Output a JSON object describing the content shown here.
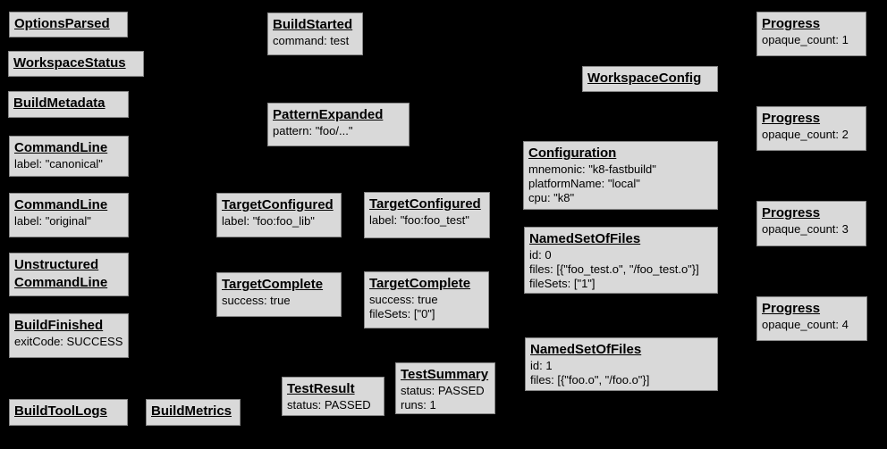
{
  "canvas": {
    "background_color": "#000000",
    "box_fill_color": "#d9d9d9",
    "box_border_color": "#888888",
    "text_color": "#000000"
  },
  "nodes": [
    {
      "title": "OptionsParsed",
      "fields": []
    },
    {
      "title": "WorkspaceStatus",
      "fields": []
    },
    {
      "title": "BuildMetadata",
      "fields": []
    },
    {
      "title": "CommandLine",
      "fields": [
        "label: \"canonical\""
      ]
    },
    {
      "title": "CommandLine",
      "fields": [
        "label: \"original\""
      ]
    },
    {
      "title": "Unstructured CommandLine",
      "fields": []
    },
    {
      "title": "BuildFinished",
      "fields": [
        "exitCode: SUCCESS"
      ]
    },
    {
      "title": "BuildToolLogs",
      "fields": []
    },
    {
      "title": "BuildMetrics",
      "fields": []
    },
    {
      "title": "BuildStarted",
      "fields": [
        "command: test"
      ]
    },
    {
      "title": "PatternExpanded",
      "fields": [
        "pattern: \"foo/...\""
      ]
    },
    {
      "title": "TargetConfigured",
      "fields": [
        "label: \"foo:foo_lib\""
      ]
    },
    {
      "title": "TargetConfigured",
      "fields": [
        "label: \"foo:foo_test\""
      ]
    },
    {
      "title": "TargetComplete",
      "fields": [
        "success: true"
      ]
    },
    {
      "title": "TargetComplete",
      "fields": [
        "success: true",
        "fileSets: [\"0\"]"
      ]
    },
    {
      "title": "TestResult",
      "fields": [
        "status: PASSED"
      ]
    },
    {
      "title": "TestSummary",
      "fields": [
        "status: PASSED",
        "runs: 1"
      ]
    },
    {
      "title": "WorkspaceConfig",
      "fields": []
    },
    {
      "title": "Configuration",
      "fields": [
        "mnemonic: \"k8-fastbuild\"",
        "platformName: \"local\"",
        "cpu: \"k8\""
      ]
    },
    {
      "title": "NamedSetOfFiles",
      "fields": [
        "id: 0",
        "files: [{\"foo_test.o\", \"/foo_test.o\"}]",
        "fileSets: [\"1\"]"
      ]
    },
    {
      "title": "NamedSetOfFiles",
      "fields": [
        "id: 1",
        "files: [{\"foo.o\", \"/foo.o\"}]"
      ]
    },
    {
      "title": "Progress",
      "fields": [
        "opaque_count: 1"
      ]
    },
    {
      "title": "Progress",
      "fields": [
        "opaque_count: 2"
      ]
    },
    {
      "title": "Progress",
      "fields": [
        "opaque_count: 3"
      ]
    },
    {
      "title": "Progress",
      "fields": [
        "opaque_count: 4"
      ]
    }
  ]
}
